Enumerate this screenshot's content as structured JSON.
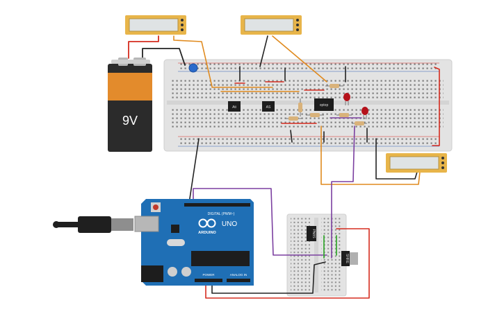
{
  "battery": {
    "label": "9V"
  },
  "arduino": {
    "brand": "ARDUINO",
    "model": "UNO",
    "digital_header": "DIGITAL (PWM~)",
    "power_header": "POWER",
    "analog_header": "ANALOG IN"
  },
  "breadboard": {
    "chips": [
      {
        "id": "chip-1",
        "label": "Ati"
      },
      {
        "id": "chip-2",
        "label": "AS"
      },
      {
        "id": "chip-3",
        "label": "optop"
      }
    ]
  },
  "mini_breadboard": {
    "transistors": [
      {
        "id": "q1",
        "label": "PN8S"
      },
      {
        "id": "q2",
        "label": "SHRE"
      }
    ]
  },
  "multimeters": [
    {
      "id": "meter-top-left"
    },
    {
      "id": "meter-top-right"
    },
    {
      "id": "meter-right"
    }
  ],
  "colors": {
    "board": "#1f6fb5",
    "breadboard": "#e3e3e3",
    "wire_red": "#d52b1e",
    "wire_black": "#222222",
    "wire_orange": "#e08a1e",
    "wire_purple": "#7b3fa0",
    "wire_green": "#3aa935",
    "meter_body": "#e8b54a",
    "battery_body": "#e38b2c"
  }
}
